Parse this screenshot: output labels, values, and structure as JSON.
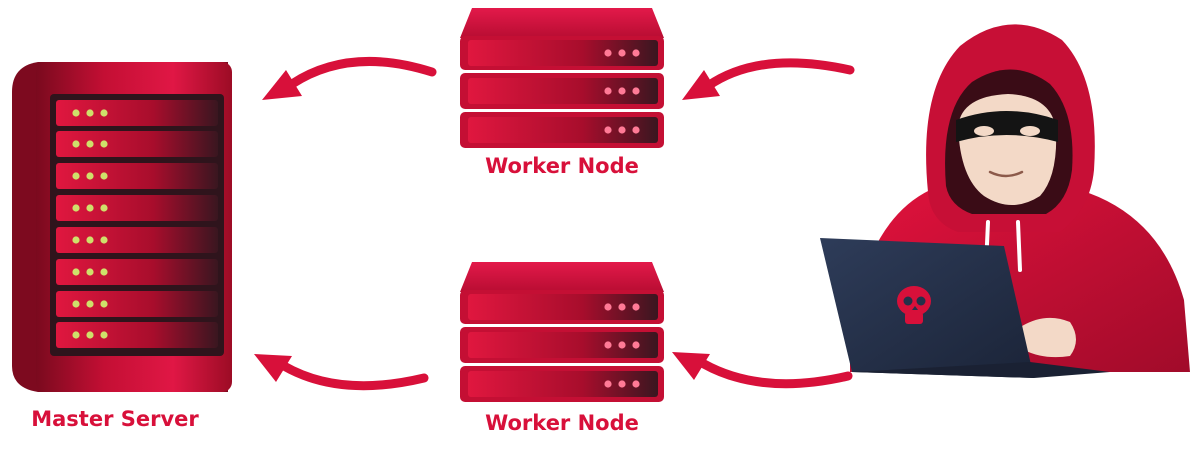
{
  "labels": {
    "master_server": "Master Server",
    "worker_node_top": "Worker Node",
    "worker_node_bottom": "Worker Node"
  },
  "colors": {
    "accent_red": "#d8103a",
    "dark_red": "#8a0b1f",
    "slot_dark": "#3a1620",
    "led_green": "#cfe06a",
    "led_pink": "#ff7a96",
    "laptop_dark": "#24314a",
    "skin": "#f3d9c7"
  },
  "icons": {
    "master": "server-rack-icon",
    "worker": "server-stack-icon",
    "attacker": "hooded-hacker-icon",
    "laptop_logo": "skull-icon"
  }
}
